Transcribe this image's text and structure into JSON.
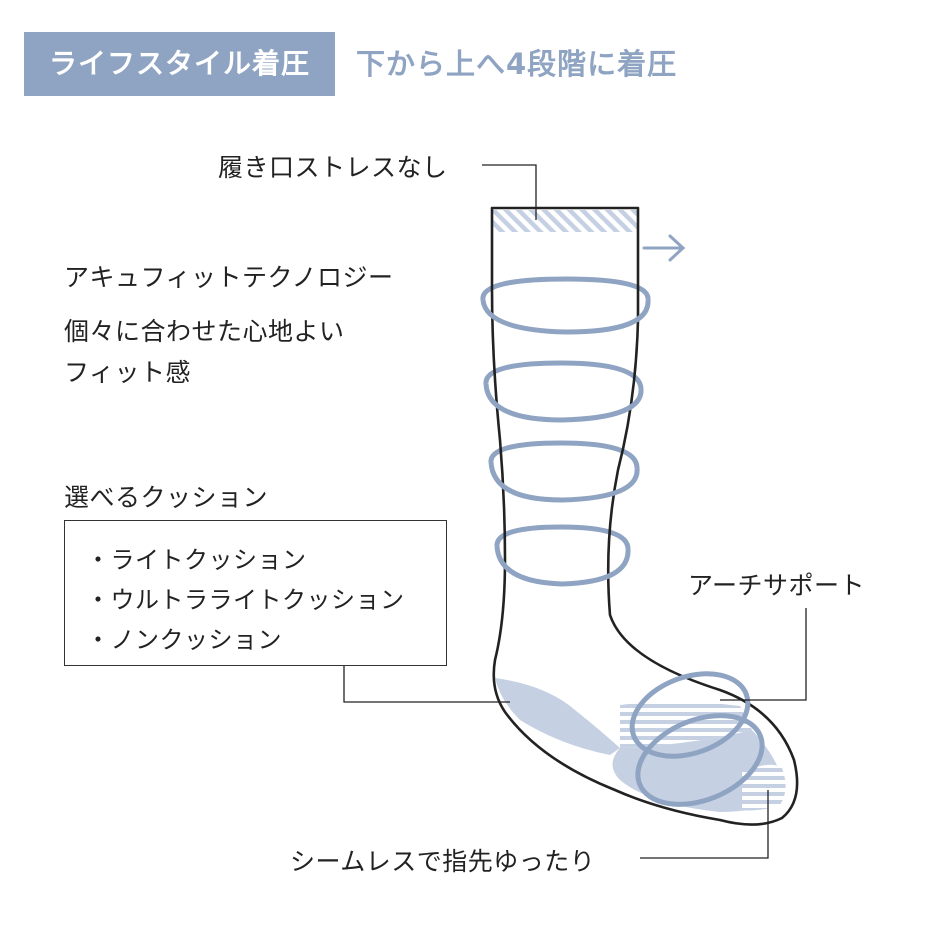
{
  "header": {
    "tag": "ライフスタイル着圧",
    "subtitle": "下から上へ4段階に着圧"
  },
  "labels": {
    "opening": "履き口ストレスなし",
    "fit_title": "アキュフィットテクノロジー",
    "fit_desc_1": "個々に合わせた心地よい",
    "fit_desc_2": "フィット感",
    "cushion_title": "選べるクッション",
    "arch": "アーチサポート",
    "seamless": "シームレスで指先ゆったり"
  },
  "cushion_options": [
    "・ライトクッション",
    "・ウルトラライトクッション",
    "・ノンクッション"
  ],
  "colors": {
    "accent": "#8fa4c2",
    "shade": "#c6d0e3",
    "line": "#222222"
  }
}
